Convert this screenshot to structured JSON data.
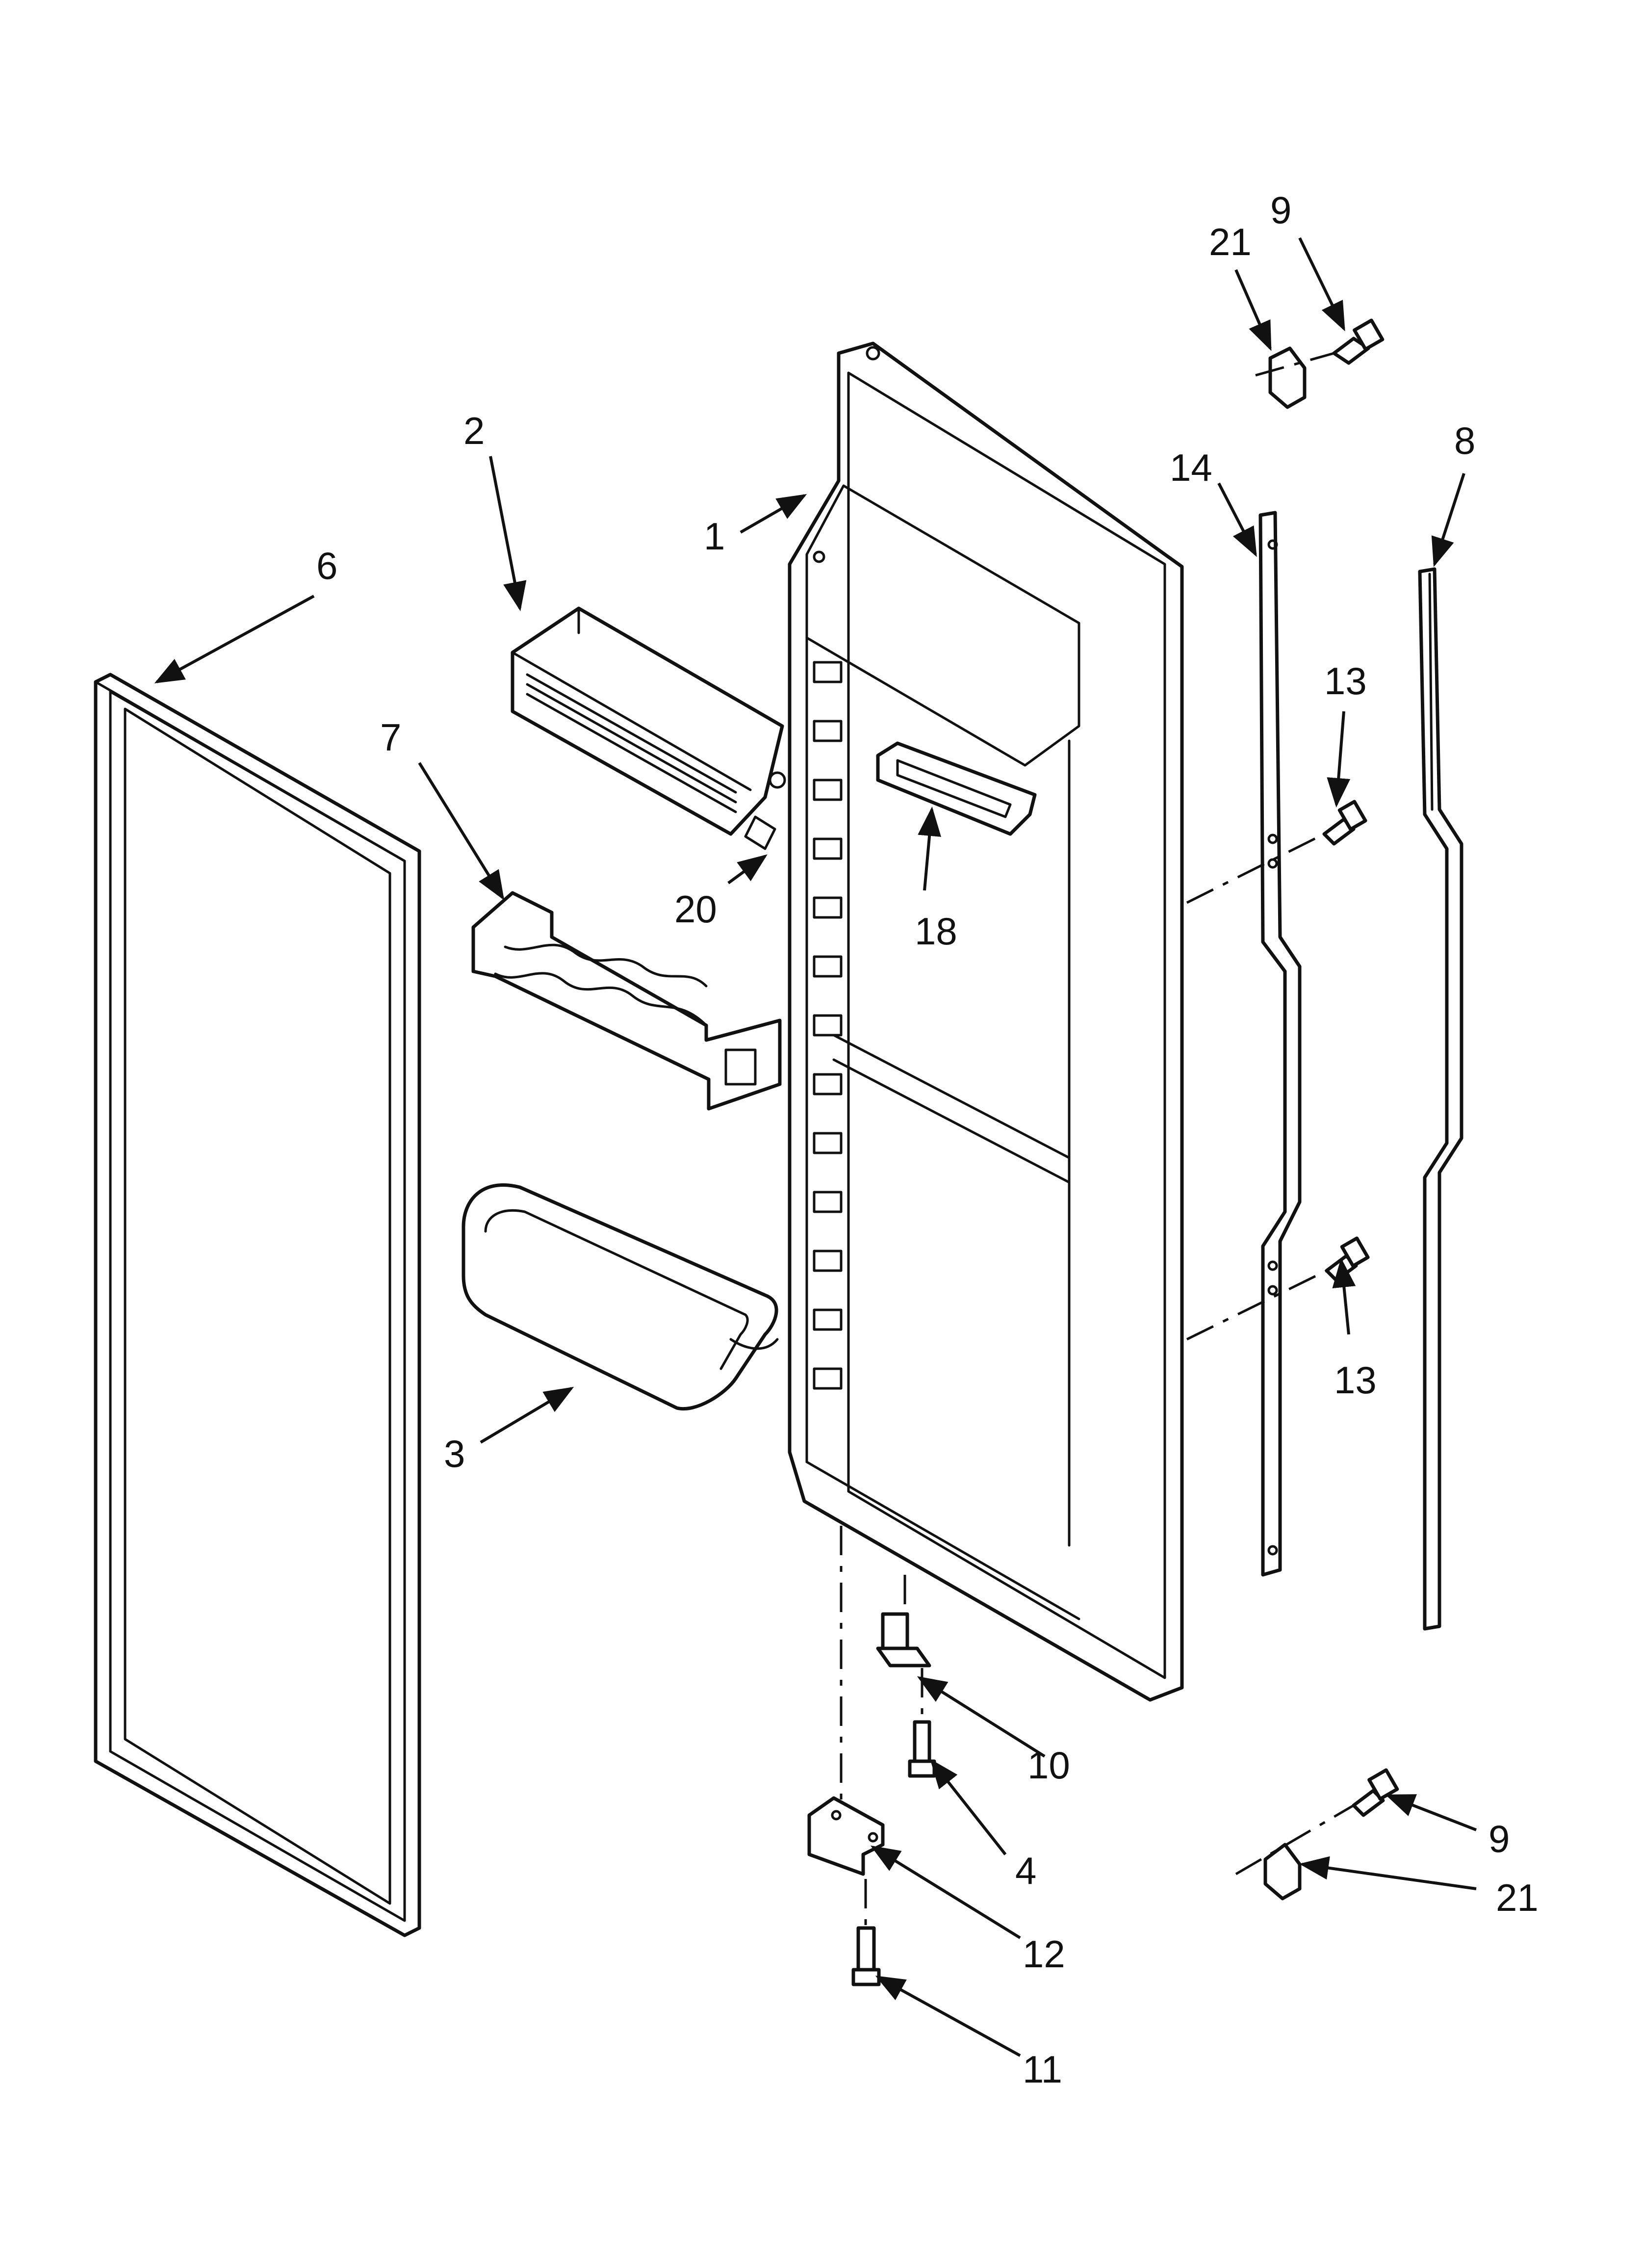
{
  "diagram": {
    "callouts": {
      "c1": "1",
      "c2": "2",
      "c3": "3",
      "c4": "4",
      "c6": "6",
      "c7": "7",
      "c8": "8",
      "c9_top": "9",
      "c9_bottom": "9",
      "c10": "10",
      "c11": "11",
      "c12": "12",
      "c13_top": "13",
      "c13_bottom": "13",
      "c14": "14",
      "c18": "18",
      "c20": "20",
      "c21_top": "21",
      "c21_bottom": "21"
    }
  }
}
